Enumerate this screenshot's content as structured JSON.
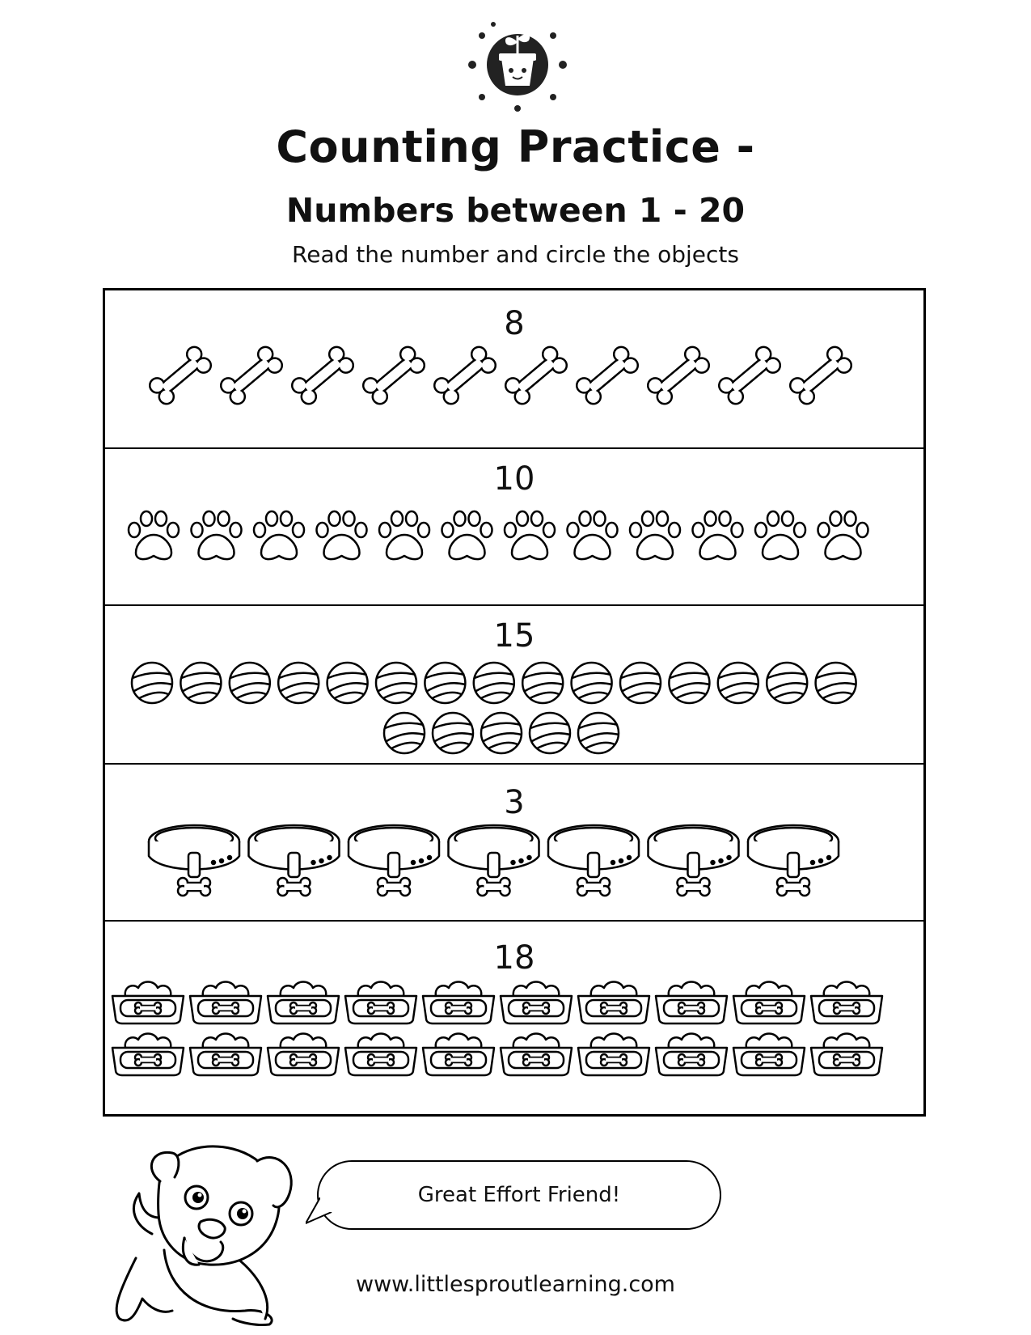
{
  "header": {
    "title_line1": "Counting Practice -",
    "title_line2": "Numbers between 1 - 20",
    "instruction": "Read the number and circle the objects"
  },
  "logo": {
    "icon": "smiling-plant-pot-icon"
  },
  "rows": [
    {
      "number": "8",
      "object_icon": "bone-icon",
      "object_count": 10
    },
    {
      "number": "10",
      "object_icon": "paw-print-icon",
      "object_count": 12
    },
    {
      "number": "15",
      "object_icon": "ball-icon",
      "object_count": 20
    },
    {
      "number": "3",
      "object_icon": "dog-collar-icon",
      "object_count": 7
    },
    {
      "number": "18",
      "object_icon": "food-bowl-icon",
      "object_count": 20
    }
  ],
  "mascot": {
    "icon": "puppy-icon",
    "speech": "Great Effort Friend!"
  },
  "footer": {
    "url": "www.littlesproutlearning.com"
  },
  "colors": {
    "ink": "#111111",
    "paper": "#ffffff"
  }
}
